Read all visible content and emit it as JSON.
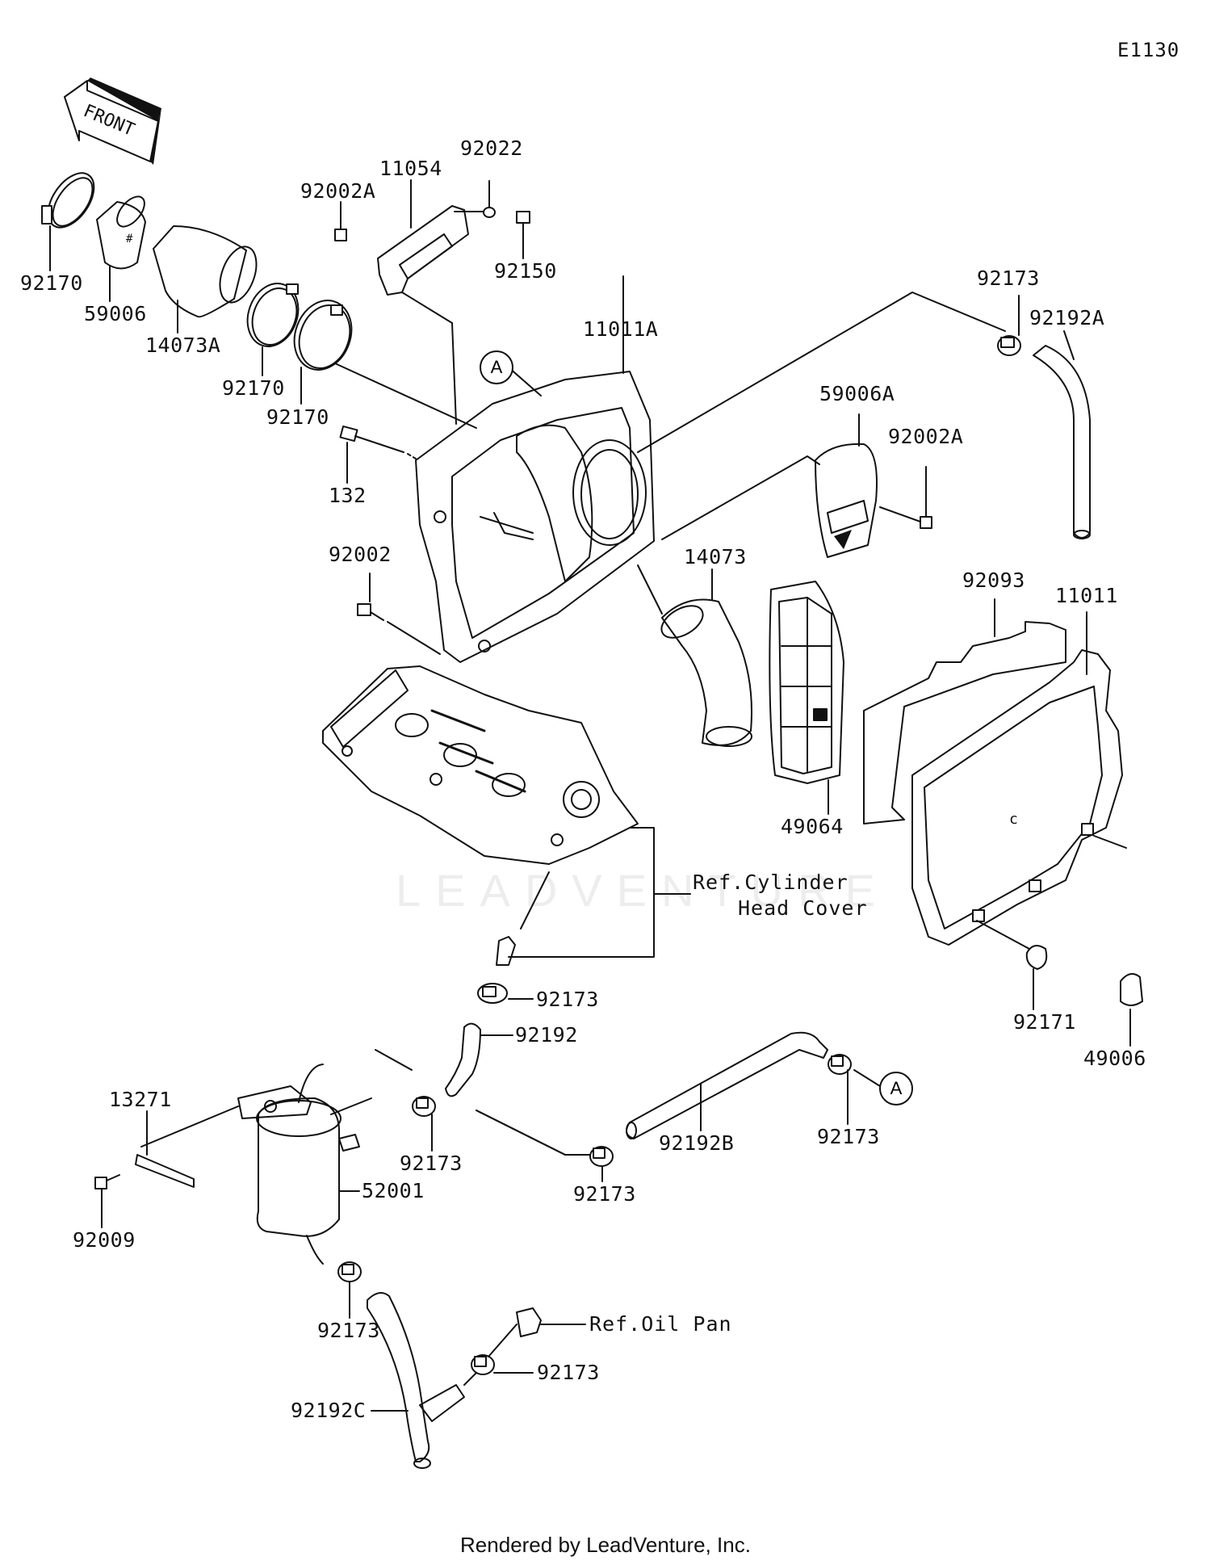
{
  "diagram_code": "E1130",
  "front_arrow_label": "FRONT",
  "watermark_text": "LEADVENTURE",
  "footer_text": "Rendered by LeadVenture, Inc.",
  "callout_letter": "A",
  "colors": {
    "line": "#111111",
    "background": "#ffffff",
    "watermark": "#ededed"
  },
  "labels": {
    "p92170_a": "92170",
    "p59006": "59006",
    "p14073a": "14073A",
    "p92170_b": "92170",
    "p92170_c": "92170",
    "p92002a_top": "92002A",
    "p11054": "11054",
    "p92022": "92022",
    "p92150": "92150",
    "p11011a": "11011A",
    "p92173_top": "92173",
    "p92192a": "92192A",
    "p132": "132",
    "p59006a": "59006A",
    "p92002a_mid": "92002A",
    "p92002": "92002",
    "p14073": "14073",
    "p92093": "92093",
    "p11011": "11011",
    "p49064": "49064",
    "p92173_mid": "92173",
    "p92171": "92171",
    "p49006": "49006",
    "p92192": "92192",
    "p13271": "13271",
    "p92173_tank": "92173",
    "p92192b": "92192B",
    "p92173_right": "92173",
    "p92173_hose": "92173",
    "p52001": "52001",
    "p92009": "92009",
    "p92173_low": "92173",
    "p92173_pan": "92173",
    "p92192c": "92192C"
  },
  "references": {
    "cylinder_head_cover_line1": "Ref.Cylinder",
    "cylinder_head_cover_line2": "Head Cover",
    "oil_pan": "Ref.Oil Pan"
  }
}
